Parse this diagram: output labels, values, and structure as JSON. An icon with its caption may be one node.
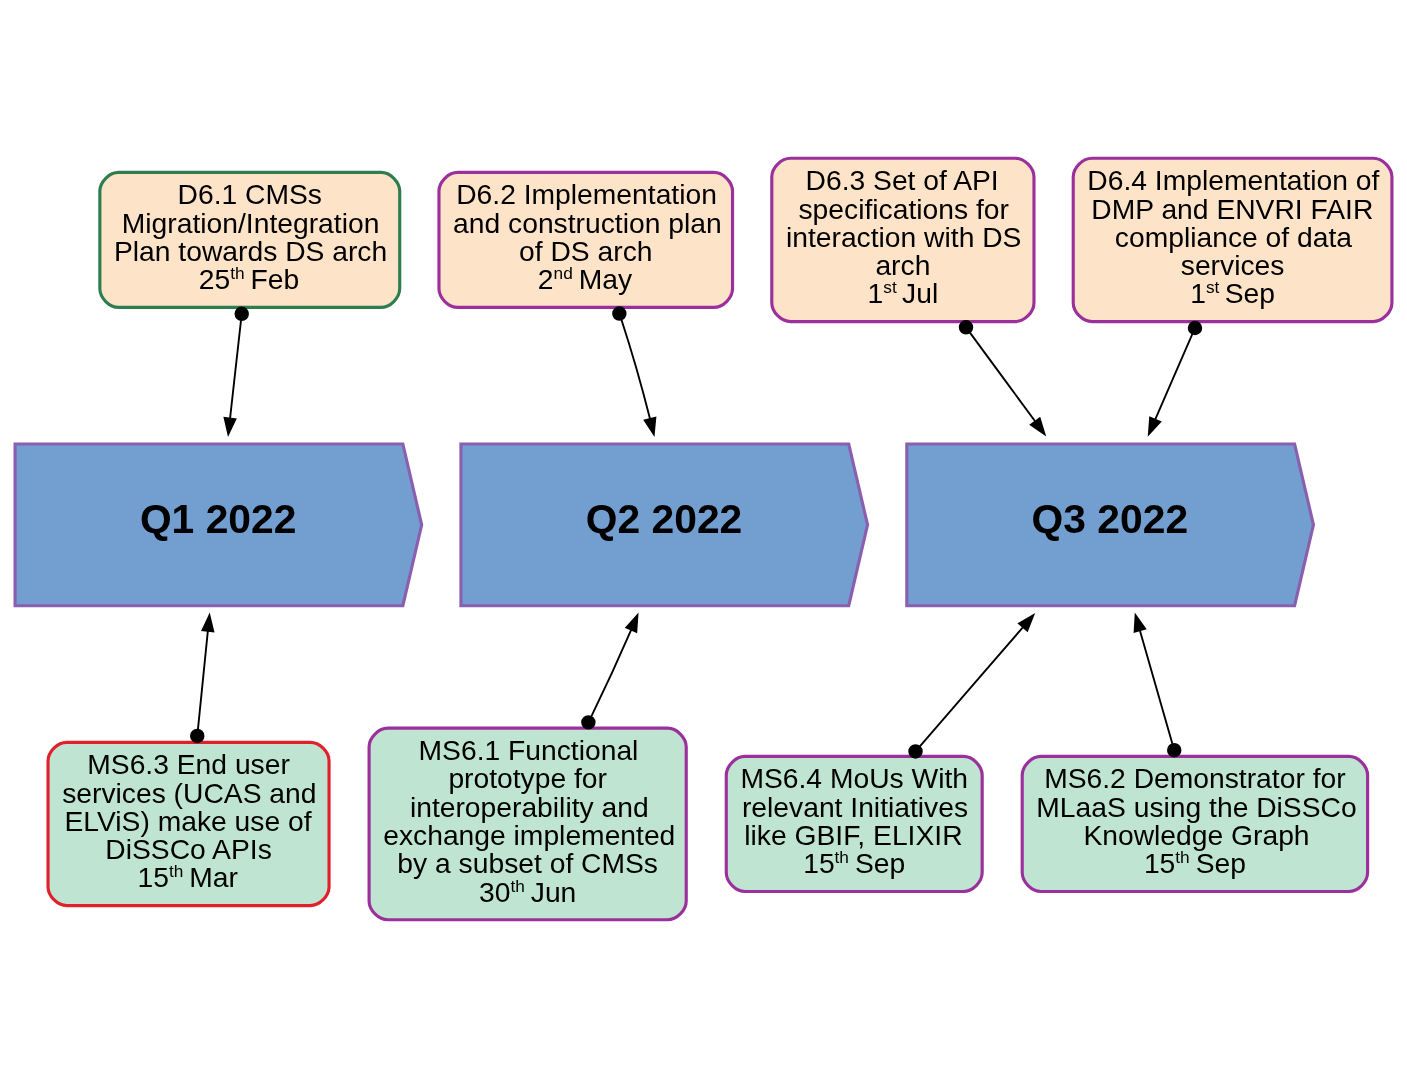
{
  "diagram": {
    "nodes": [
      {
        "text": [
          "D6.1 CMSs Migration/Integration Plan towards DS arch",
          "25$^{th}$ Feb"
        ]
      },
      {
        "text": [
          "D6.2 Implementation and construction plan of DS arch",
          "2$^{nd}$ May"
        ]
      },
      {
        "text": [
          "D6.3 Set of API specifications for interaction with DS arch",
          "1$^{st}$ Jul"
        ]
      },
      {
        "text": [
          "D6.4 Implementation of DMP and ENVRI FAIR compliance of data services",
          "1$^{st}$ Sep"
        ]
      },
      {
        "text": [
          "Q1 2022"
        ]
      },
      {
        "text": [
          "Q2 2022"
        ]
      },
      {
        "text": [
          "Q3 2022"
        ]
      },
      {
        "text": [
          "MS6.3 End user services (UCAS and ELViS) make use of DiSSCo APIs",
          "15$^{th}$ Mar"
        ]
      },
      {
        "text": [
          "MS6.1 Functional prototype for interoperability and exchange implemented by a subset of CMSs",
          "30$^{th}$ Jun"
        ]
      },
      {
        "text": [
          "MS6.4 MoUs With relevant Initiatives like GBIF, ELIXIR",
          "15$^{th}$ Sep"
        ]
      },
      {
        "text": [
          "MS6.2 Demonstrator for MLaaS using the DiSSCo Knowledge Graph",
          "15$^{th}$ Sep"
        ]
      }
    ],
    "edges": [
      {
        "from": 0,
        "to": 4,
        "arrow": "to"
      },
      {
        "from": 1,
        "to": 5,
        "arrow": "to"
      },
      {
        "from": 2,
        "to": 6,
        "arrow": "to"
      },
      {
        "from": 3,
        "to": 6,
        "arrow": "to"
      },
      {
        "from": 7,
        "to": 4,
        "arrow": "to"
      },
      {
        "from": 8,
        "to": 5,
        "arrow": "to"
      },
      {
        "from": 9,
        "to": 6,
        "arrow": "to"
      },
      {
        "from": 10,
        "to": 6,
        "arrow": "to"
      }
    ]
  }
}
